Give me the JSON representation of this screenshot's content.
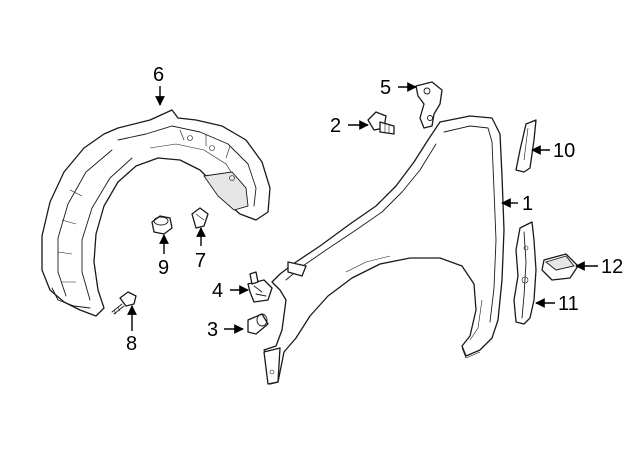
{
  "callouts": [
    {
      "id": "1",
      "text": "1"
    },
    {
      "id": "2",
      "text": "2"
    },
    {
      "id": "3",
      "text": "3"
    },
    {
      "id": "4",
      "text": "4"
    },
    {
      "id": "5",
      "text": "5"
    },
    {
      "id": "6",
      "text": "6"
    },
    {
      "id": "7",
      "text": "7"
    },
    {
      "id": "8",
      "text": "8"
    },
    {
      "id": "9",
      "text": "9"
    },
    {
      "id": "10",
      "text": "10"
    },
    {
      "id": "11",
      "text": "11"
    },
    {
      "id": "12",
      "text": "12"
    }
  ],
  "colors": {
    "line": "#1a1a1a",
    "background": "#ffffff",
    "label": "#000000"
  }
}
